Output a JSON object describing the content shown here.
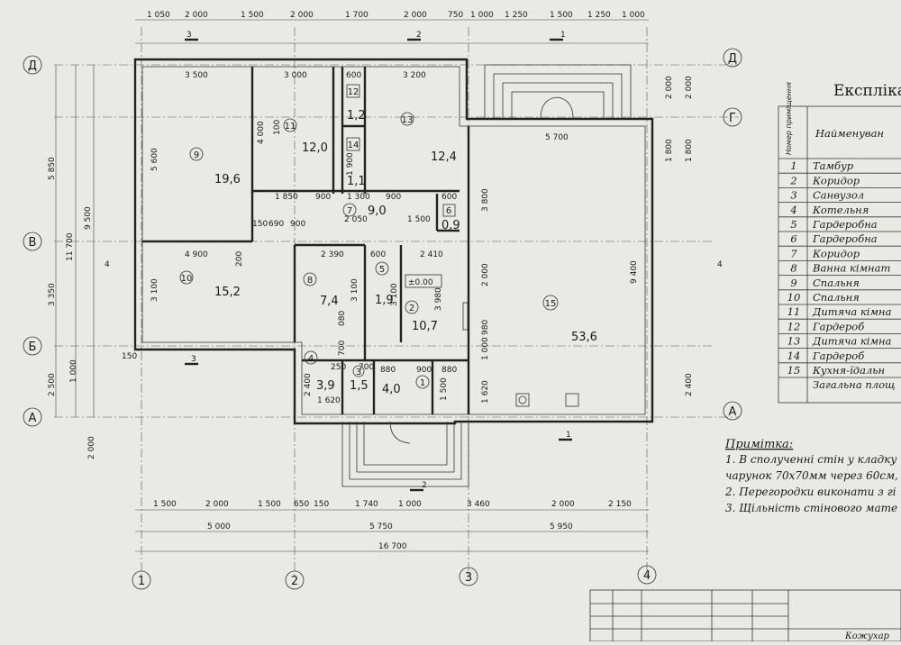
{
  "legend": {
    "title": "Експліка",
    "header_num": "Номер приміщення",
    "header_name": "Найменуван",
    "rows": [
      {
        "num": "1",
        "name": "Тамбур"
      },
      {
        "num": "2",
        "name": "Коридор"
      },
      {
        "num": "3",
        "name": "Санвузол"
      },
      {
        "num": "4",
        "name": "Котельня"
      },
      {
        "num": "5",
        "name": "Гардеробна"
      },
      {
        "num": "6",
        "name": "Гардеробна"
      },
      {
        "num": "7",
        "name": "Коридор"
      },
      {
        "num": "8",
        "name": "Ванна кімнат"
      },
      {
        "num": "9",
        "name": "Спальня"
      },
      {
        "num": "10",
        "name": "Спальня"
      },
      {
        "num": "11",
        "name": "Дитяча кімна"
      },
      {
        "num": "12",
        "name": "Гардероб"
      },
      {
        "num": "13",
        "name": "Дитяча кімна"
      },
      {
        "num": "14",
        "name": "Гардероб"
      },
      {
        "num": "15",
        "name": "Кухня-їдальн"
      }
    ],
    "total": "Загальна площ"
  },
  "notes": {
    "heading": "Примітка:",
    "lines": [
      "1. В сполученні стін у кладку",
      "чарунок 70х70мм через 60см,",
      "2. Перегородки виконати з гі",
      "3.  Щільність стінового мате"
    ]
  },
  "stamp_text": "Кожухар",
  "axes": {
    "horizontal": [
      "Д",
      "Г",
      "В",
      "Б",
      "А"
    ],
    "vertical": [
      "1",
      "2",
      "3",
      "4"
    ]
  },
  "level_mark": "±0.00",
  "rooms": [
    {
      "num": "9",
      "area": "19,6"
    },
    {
      "num": "11",
      "area": "12,0"
    },
    {
      "num": "12",
      "area": "1,2"
    },
    {
      "num": "13",
      "area": "12,4"
    },
    {
      "num": "14",
      "area": "1,1"
    },
    {
      "num": "7",
      "area": "9,0"
    },
    {
      "num": "6",
      "area": "0,9"
    },
    {
      "num": "10",
      "area": "15,2"
    },
    {
      "num": "8",
      "area": "7,4"
    },
    {
      "num": "5",
      "area": "1,9"
    },
    {
      "num": "2",
      "area": "10,7"
    },
    {
      "num": "15",
      "area": "53,6"
    },
    {
      "num": "4",
      "area": "3,9"
    },
    {
      "num": "3",
      "area": "1,5"
    },
    {
      "num": "1",
      "area": "4,0"
    }
  ],
  "dims": {
    "top": [
      "1 050",
      "2 000",
      "1 500",
      "2 000",
      "1 700",
      "2 000",
      "750",
      "1 000",
      "1 250",
      "1 500",
      "1 250",
      "1 000"
    ],
    "bottom1": [
      "1 500",
      "2 000",
      "1 500",
      "650",
      "150",
      "1 740",
      "1 000",
      "3 460",
      "2 000",
      "2 150"
    ],
    "bottom2": [
      "5 000",
      "5 750",
      "5 950"
    ],
    "bottom_total": "16 700",
    "left_col1": [
      "5 850",
      "3 350",
      "2 500"
    ],
    "left_total": "11 700",
    "left_mid": "9 500",
    "inner": [
      "3 500",
      "3 000",
      "600",
      "3 200",
      "5 700",
      "4 900",
      "2 390",
      "2 410",
      "600",
      "1 850",
      "900",
      "1 300",
      "900",
      "1 500",
      "2 050",
      "150",
      "690",
      "900",
      "600",
      "1 620",
      "700",
      "250",
      "880",
      "900",
      "880",
      "3 800",
      "9 400",
      "3 100",
      "3 100",
      "3 980",
      "1 900",
      "2 000",
      "980",
      "1 000",
      "2 400",
      "3 100",
      "1 500",
      "1 620",
      "4 000",
      "5 600",
      "2 000",
      "1 800",
      "1 800",
      "2 400",
      "2 000",
      "1 000",
      "2 000",
      "100",
      "150",
      "200",
      "700",
      "080"
    ]
  },
  "section_marks": [
    "3",
    "2",
    "1",
    "4"
  ]
}
